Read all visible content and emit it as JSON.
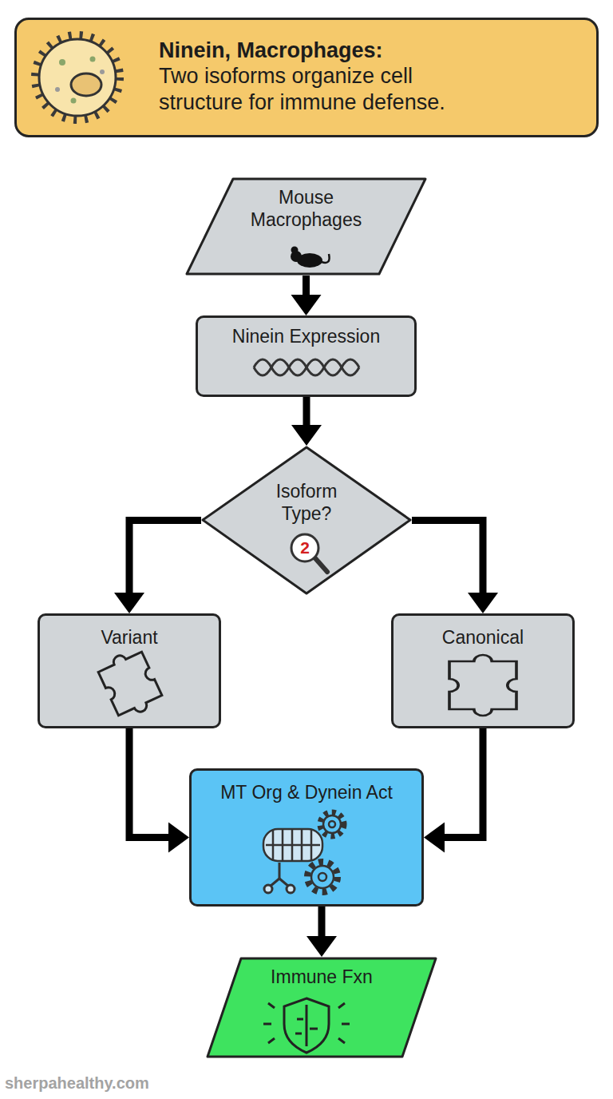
{
  "diagram": {
    "nodes": [
      {
        "text": [
          "Ninein, Macrophages:",
          "Two isoforms organize cell structure for immune defense."
        ]
      },
      {
        "text": [
          "Mouse Macrophages"
        ]
      },
      {
        "text": [
          "Ninein Expression"
        ]
      },
      {
        "text": [
          "Isoform Type?"
        ]
      },
      {
        "text": [
          "Variant"
        ]
      },
      {
        "text": [
          "Canonical"
        ]
      },
      {
        "text": [
          "MT Org & Dynein Act"
        ]
      },
      {
        "text": [
          "Immune Fxn"
        ]
      }
    ],
    "edges": [
      {
        "from": 1,
        "to": 2,
        "arrow": "to"
      },
      {
        "from": 2,
        "to": 3,
        "arrow": "to"
      },
      {
        "from": 3,
        "to": 4,
        "arrow": "to"
      },
      {
        "from": 3,
        "to": 5,
        "arrow": "to"
      },
      {
        "from": 4,
        "to": 6,
        "arrow": "to"
      },
      {
        "from": 5,
        "to": 6,
        "arrow": "to"
      },
      {
        "from": 6,
        "to": 7,
        "arrow": "to"
      }
    ],
    "labels": [
      "2",
      "sherpahealthy.com"
    ]
  }
}
